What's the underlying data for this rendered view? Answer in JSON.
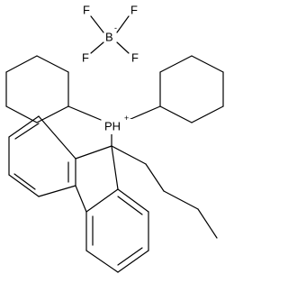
{
  "molecule": {
    "anion": {
      "center_label": "B",
      "center_charge": "-",
      "ligand_labels": [
        "F",
        "F",
        "F",
        "F"
      ]
    },
    "cation": {
      "center_label": "PH",
      "center_charge": "+"
    }
  },
  "colors": {
    "bond": "#000000",
    "text": "#000000",
    "background": "#ffffff"
  }
}
